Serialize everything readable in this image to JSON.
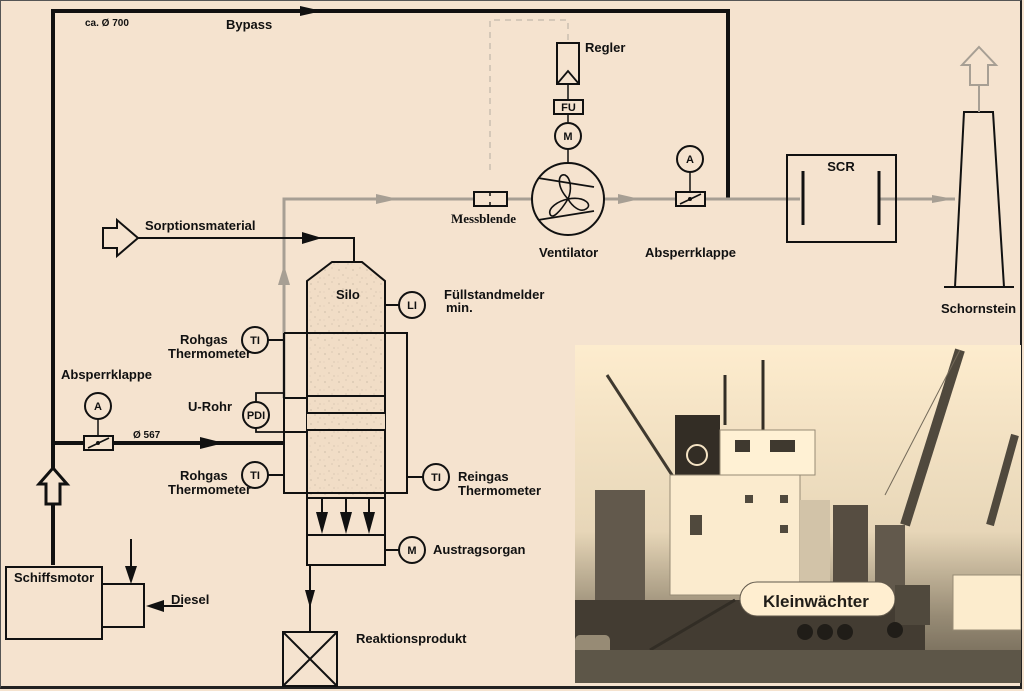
{
  "title": "Abgasreinigung Schiffsmotor – Sorptionsverfahren",
  "pipes": {
    "bypass_label": "Bypass",
    "bypass_diameter": "ca. Ø 700",
    "branch_diameter": "Ø 567"
  },
  "components": {
    "regler": "Regler",
    "fu": "FU",
    "motor": "M",
    "messblende": "Messblende",
    "ventilator": "Ventilator",
    "absperrklappe_top": "Absperrklappe",
    "absperrklappe_top_instrument": "A",
    "scr": "SCR",
    "schornstein": "Schornstein",
    "sorptionsmaterial": "Sorptionsmaterial",
    "silo": "Silo",
    "fuellstand_instrument": "LI",
    "fuellstand_label_1": "Füllstandmelder",
    "fuellstand_label_2": "min.",
    "rohgas_top_instrument": "TI",
    "rohgas_top_1": "Rohgas",
    "rohgas_top_2": "Thermometer",
    "absperrklappe_left": "Absperrklappe",
    "absperrklappe_left_instrument": "A",
    "u_rohr": "U-Rohr",
    "u_rohr_instrument": "PDI",
    "rohgas_bottom_instrument": "TI",
    "rohgas_bottom_1": "Rohgas",
    "rohgas_bottom_2": "Thermometer",
    "reingas_instrument": "TI",
    "reingas_1": "Reingas",
    "reingas_2": "Thermometer",
    "austrag_instrument": "M",
    "austragsorgan": "Austragsorgan",
    "reaktionsprodukt": "Reaktionsprodukt",
    "schiffsmotor": "Schiffsmotor",
    "diesel": "Diesel"
  },
  "photo": {
    "description": "Frachtschiff im Hafen mit Silo-Tankfahrzeug",
    "truck_text": "Kleinwächter"
  },
  "colors": {
    "background": "#f5e3cf",
    "line": "#111111",
    "gas_line": "#a79f94"
  }
}
